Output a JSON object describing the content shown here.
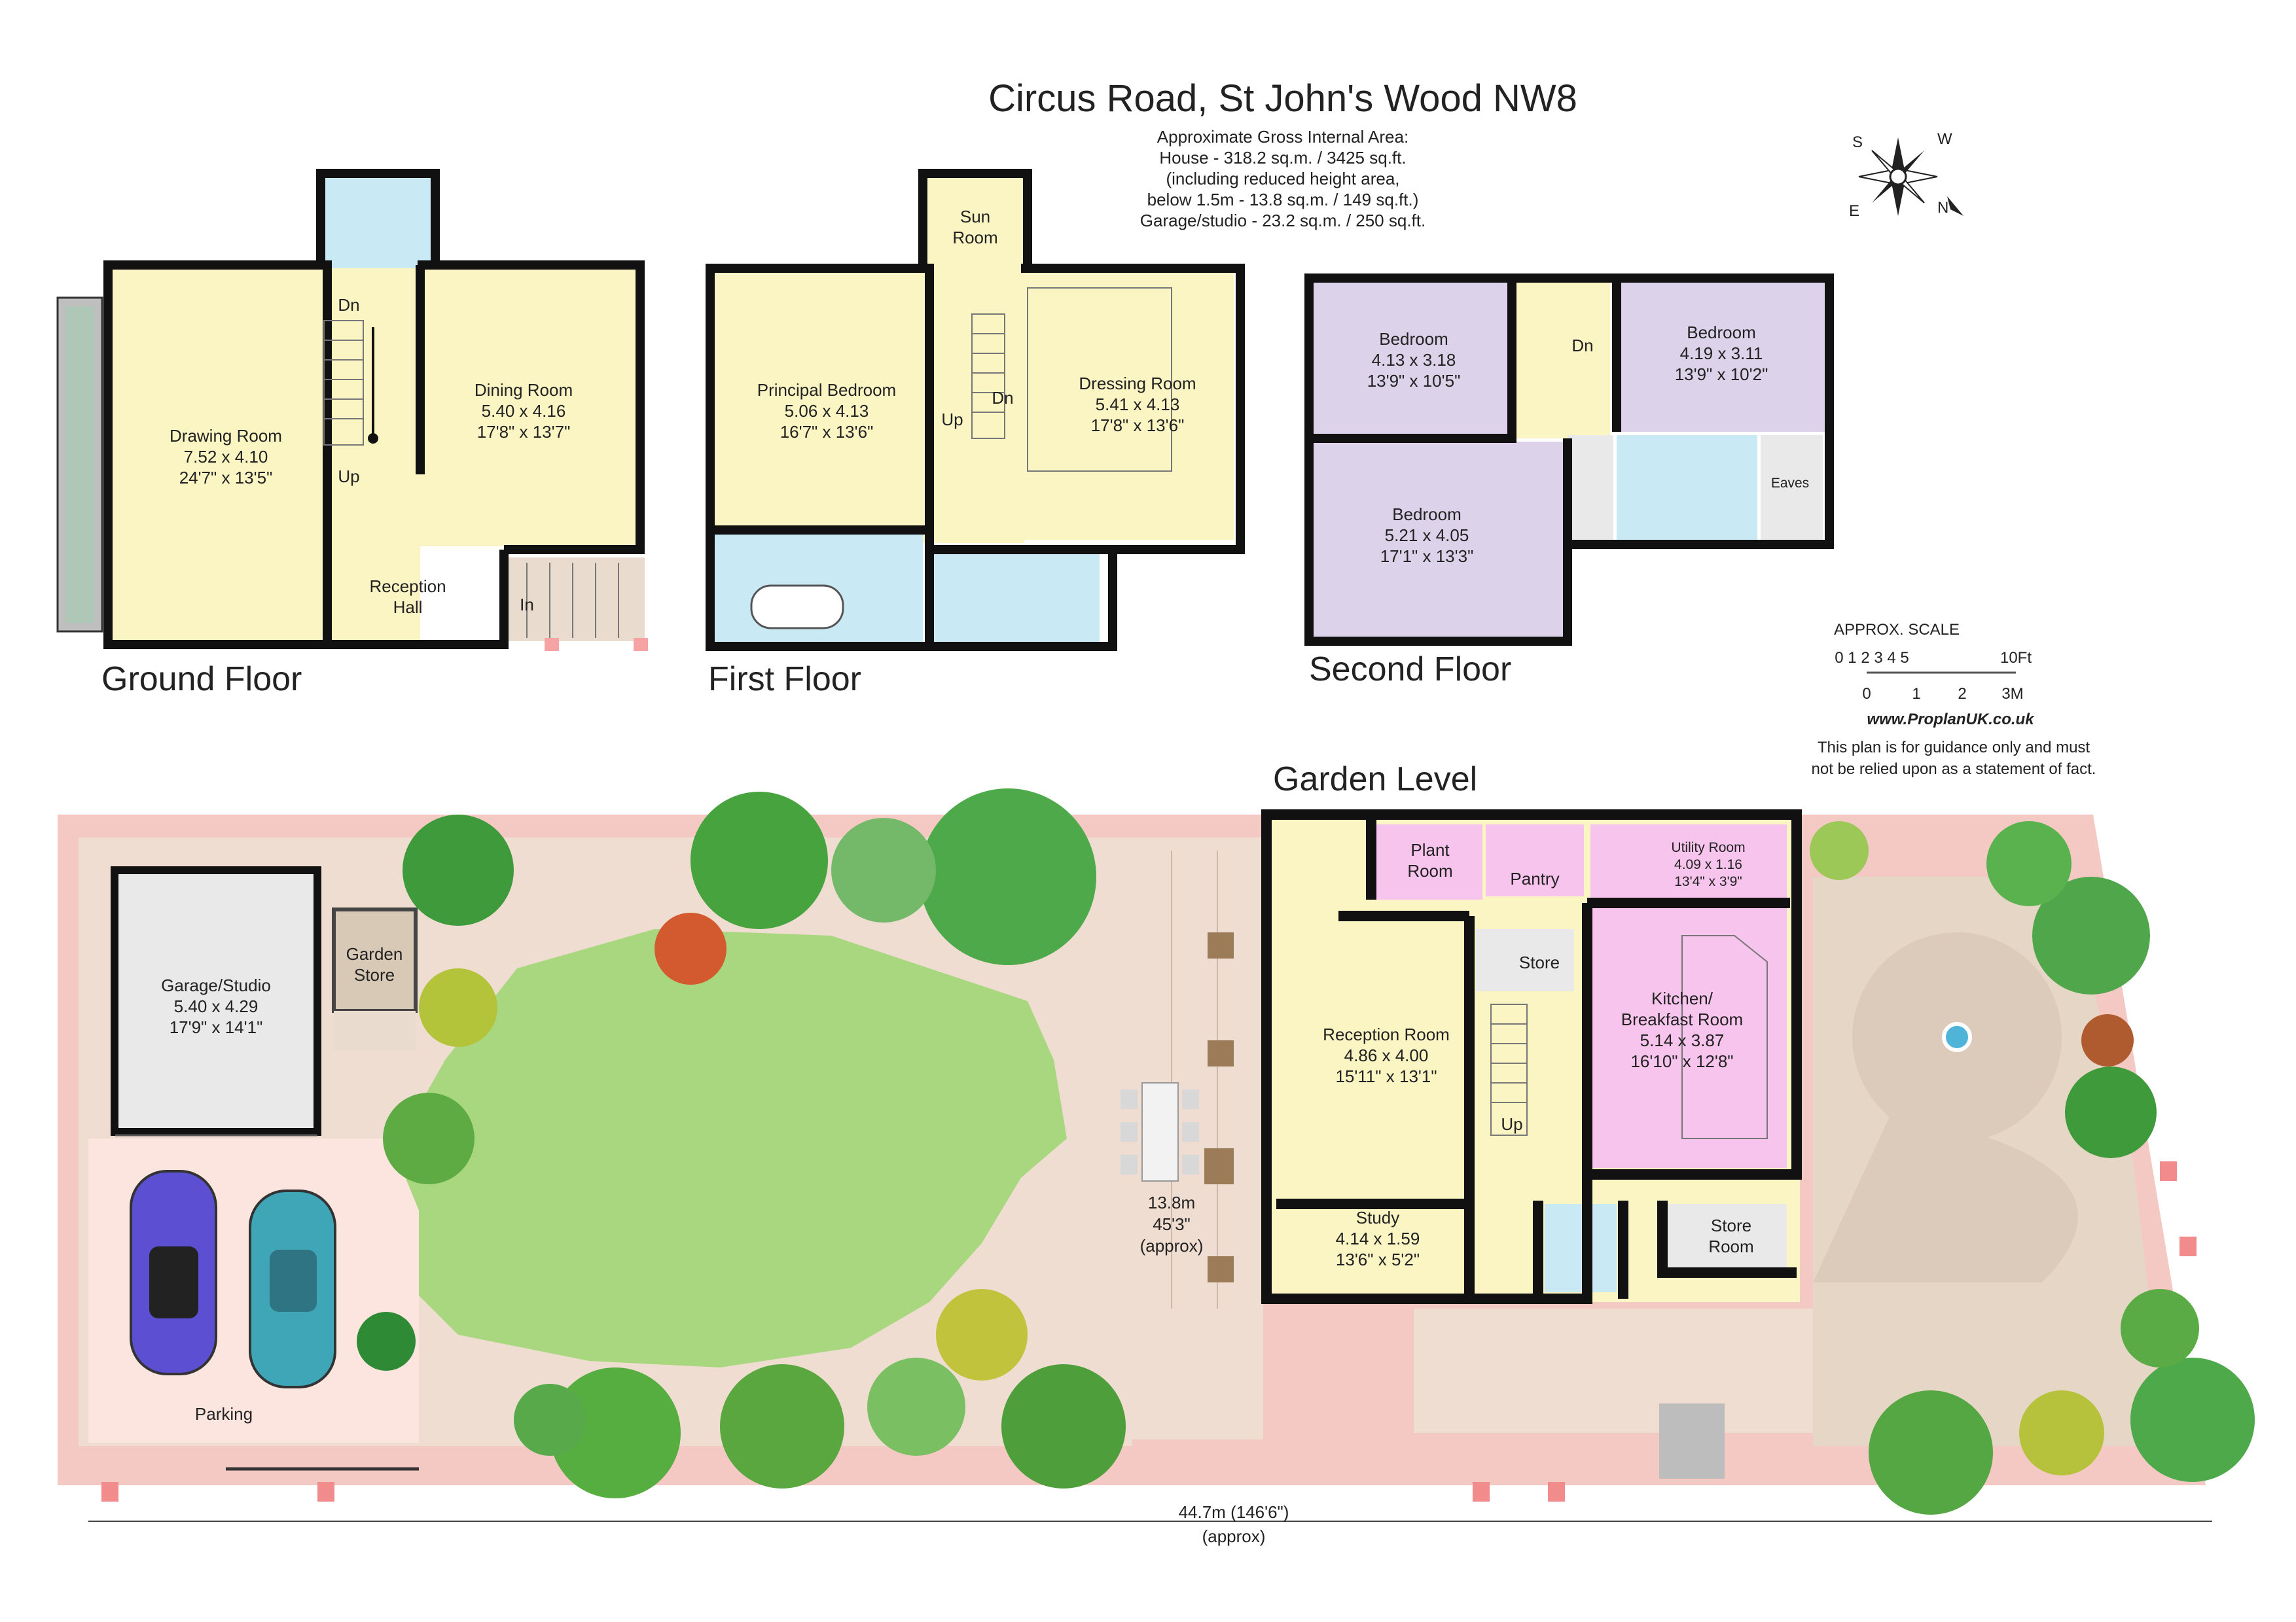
{
  "title": "Circus Road, St John's Wood NW8",
  "area": {
    "heading": "Approximate Gross Internal Area:",
    "house": "House - 318.2 sq.m. / 3425 sq.ft.",
    "reduced1": "(including reduced height area,",
    "reduced2": "below 1.5m - 13.8 sq.m. / 149 sq.ft.)",
    "garage": "Garage/studio - 23.2 sq.m. / 250 sq.ft."
  },
  "compass": {
    "s": "S",
    "w": "W",
    "e": "E",
    "n": "N"
  },
  "floors": {
    "ground": "Ground Floor",
    "first": "First Floor",
    "second": "Second Floor",
    "garden": "Garden Level"
  },
  "ground": {
    "drawing": {
      "name": "Drawing Room",
      "metric": "7.52 x 4.10",
      "imperial": "24'7\" x 13'5\""
    },
    "dining": {
      "name": "Dining Room",
      "metric": "5.40 x 4.16",
      "imperial": "17'8\" x 13'7\""
    },
    "hall1": "Reception",
    "hall2": "Hall",
    "dn": "Dn",
    "up": "Up",
    "in": "In"
  },
  "first": {
    "sun1": "Sun",
    "sun2": "Room",
    "principal": {
      "name": "Principal Bedroom",
      "metric": "5.06 x 4.13",
      "imperial": "16'7\" x 13'6\""
    },
    "dressing": {
      "name": "Dressing Room",
      "metric": "5.41 x 4.13",
      "imperial": "17'8\" x 13'6\""
    },
    "up": "Up",
    "dn": "Dn"
  },
  "second": {
    "bed1": {
      "name": "Bedroom",
      "metric": "4.13 x 3.18",
      "imperial": "13'9\" x 10'5\""
    },
    "bed2": {
      "name": "Bedroom",
      "metric": "4.19 x 3.11",
      "imperial": "13'9\" x 10'2\""
    },
    "bed3": {
      "name": "Bedroom",
      "metric": "5.21 x 4.05",
      "imperial": "17'1\" x 13'3\""
    },
    "dn": "Dn",
    "eaves": "Eaves"
  },
  "scale": {
    "heading": "APPROX. SCALE",
    "ft": "0 1 2 3 4 5",
    "ft10": "10Ft",
    "m0": "0",
    "m1": "1",
    "m2": "2",
    "m3": "3M",
    "url": "www.ProplanUK.co.uk",
    "disc1": "This plan is for guidance only and must",
    "disc2": "not be relied upon as a statement of fact."
  },
  "garden": {
    "garage": {
      "name": "Garage/Studio",
      "metric": "5.40 x 4.29",
      "imperial": "17'9\" x 14'1\""
    },
    "store1": "Garden",
    "store2": "Store",
    "parking": "Parking",
    "terrace1": "13.8m",
    "terrace2": "45'3\"",
    "terrace3": "(approx)",
    "width1": "44.7m (146'6\")",
    "width2": "(approx)",
    "plant1": "Plant",
    "plant2": "Room",
    "pantry": "Pantry",
    "utility": {
      "name": "Utility Room",
      "metric": "4.09 x 1.16",
      "imperial": "13'4\" x 3'9\""
    },
    "store": "Store",
    "reception": {
      "name": "Reception Room",
      "metric": "4.86 x 4.00",
      "imperial": "15'11\" x 13'1\""
    },
    "kitchen1": "Kitchen/",
    "kitchen2": "Breakfast Room",
    "kitchen3": "5.14 x 3.87",
    "kitchen4": "16'10\" x 12'8\"",
    "study": {
      "name": "Study",
      "metric": "4.14 x 1.59",
      "imperial": "13'6\" x 5'2\""
    },
    "up": "Up",
    "storeroom1": "Store",
    "storeroom2": "Room"
  },
  "colors": {
    "yellow": "#fbf5c4",
    "blue": "#c9eaf5",
    "purple": "#dcd3ea",
    "pink": "#f6c4ec",
    "grey": "#e9e9e9",
    "beige": "#e9dbcd",
    "lawn": "#a9d77f",
    "path": "#f4c9c4",
    "soil": "#d8b99c"
  }
}
